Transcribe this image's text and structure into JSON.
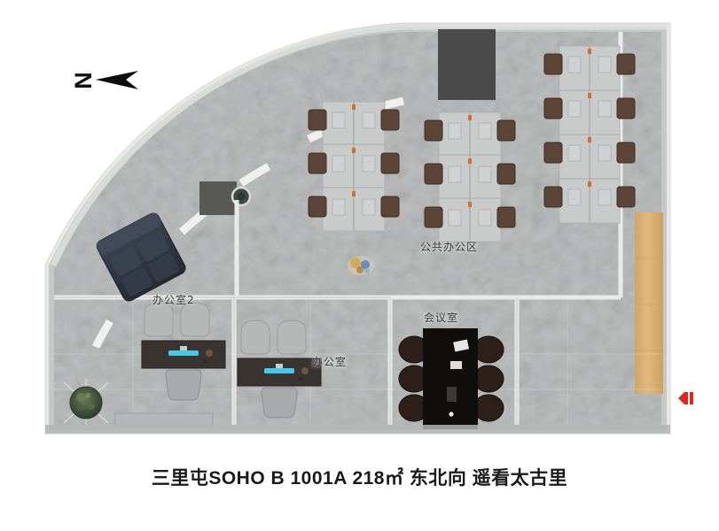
{
  "caption": {
    "text": "三里屯SOHO B 1001A 218㎡ 东北向 遥看太古里",
    "building": "三里屯SOHO B",
    "unit": "1001A",
    "area": "218㎡",
    "orientation": "东北向",
    "note": "遥看太古里"
  },
  "compass": {
    "label": "N",
    "icon": "north-arrow-icon",
    "direction": "left"
  },
  "rooms": [
    {
      "id": "open-office",
      "label": "公共办公区",
      "type": "open-plan"
    },
    {
      "id": "office-2",
      "label": "办公室2",
      "type": "private-office"
    },
    {
      "id": "office-1",
      "label": "办公室",
      "type": "private-office"
    },
    {
      "id": "meeting-room",
      "label": "会议室",
      "type": "meeting"
    }
  ],
  "furniture": {
    "desk_cluster_left": {
      "name": "工位组",
      "rows": 3,
      "seats_per_row": 2,
      "total": 6
    },
    "desk_cluster_mid": {
      "name": "工位组",
      "rows": 3,
      "seats_per_row": 2,
      "total": 6
    },
    "desk_cluster_right": {
      "name": "工位组",
      "rows": 4,
      "seats_per_row": 2,
      "total": 8
    },
    "meeting_table": {
      "name": "会议桌",
      "chairs": 6
    },
    "sofa": {
      "name": "沙发"
    },
    "plant": {
      "name": "绿植"
    },
    "executive_desks": {
      "name": "办公桌",
      "count": 2
    }
  },
  "colors": {
    "floor": "#b9bcbc",
    "floor_light": "#cfd2d2",
    "wall": "#c9cbcb",
    "wall_light": "#e6e7e5",
    "chair_brown": "#5c4437",
    "chair_gray": "#b6b8b8",
    "desk_gray": "#c8cacb",
    "desk_dark": "#3a3430",
    "table_dark": "#151310",
    "sofa_navy": "#2f3642",
    "wood": "#d9ae72",
    "accent_red": "#e0261f",
    "lamp_orange": "#d4702c",
    "screen_cyan": "#49c6e8",
    "plant_green": "#3a5038",
    "text": "#1a1a1a"
  }
}
